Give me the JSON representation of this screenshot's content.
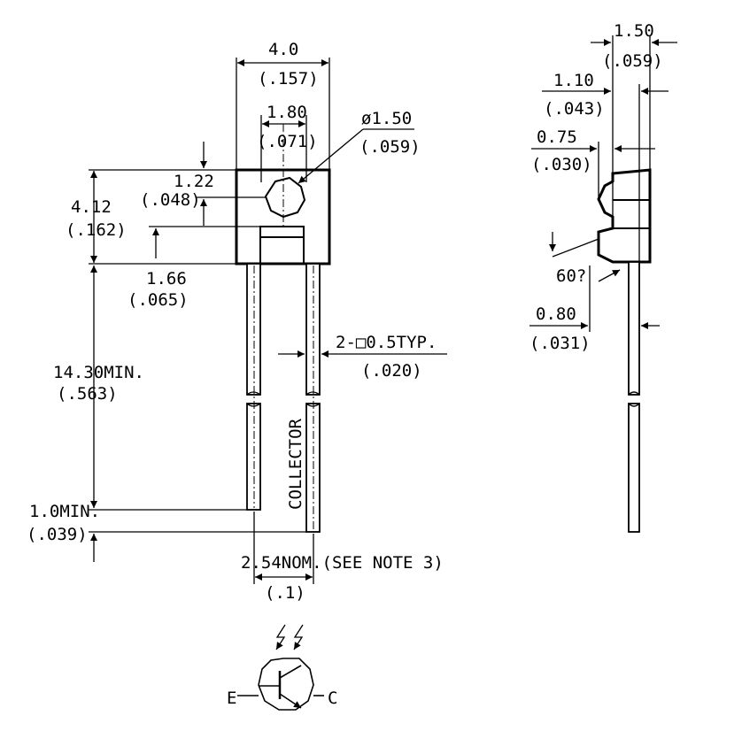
{
  "dims": {
    "width_mm": "4.0",
    "width_in": "(.157)",
    "hole_spacing_mm": "1.80",
    "hole_spacing_in": "(.071)",
    "lens_dia_mm": "ø1.50",
    "lens_dia_in": "(.059)",
    "height_mm": "4.12",
    "height_in": "(.162)",
    "lens_offset_mm": "1.22",
    "lens_offset_in": "(.048)",
    "step_mm": "1.66",
    "step_in": "(.065)",
    "lead_len_mm": "14.30MIN.",
    "lead_len_in": "(.563)",
    "lead_diff_mm": "1.0MIN.",
    "lead_diff_in": "(.039)",
    "lead_size": "2-□0.5TYP.",
    "lead_size_in": "(.020)",
    "pitch_mm": "2.54NOM.(SEE NOTE 3)",
    "pitch_in": "(.1)",
    "side_total_mm": "1.50",
    "side_total_in": "(.059)",
    "side_body_mm": "1.10",
    "side_body_in": "(.043)",
    "side_lens_mm": "0.75",
    "side_lens_in": "(.030)",
    "angle": "60?",
    "side_lead_mm": "0.80",
    "side_lead_in": "(.031)"
  },
  "labels": {
    "collector": "COLLECTOR",
    "emitter_symbol": "E",
    "collector_symbol": "C"
  }
}
